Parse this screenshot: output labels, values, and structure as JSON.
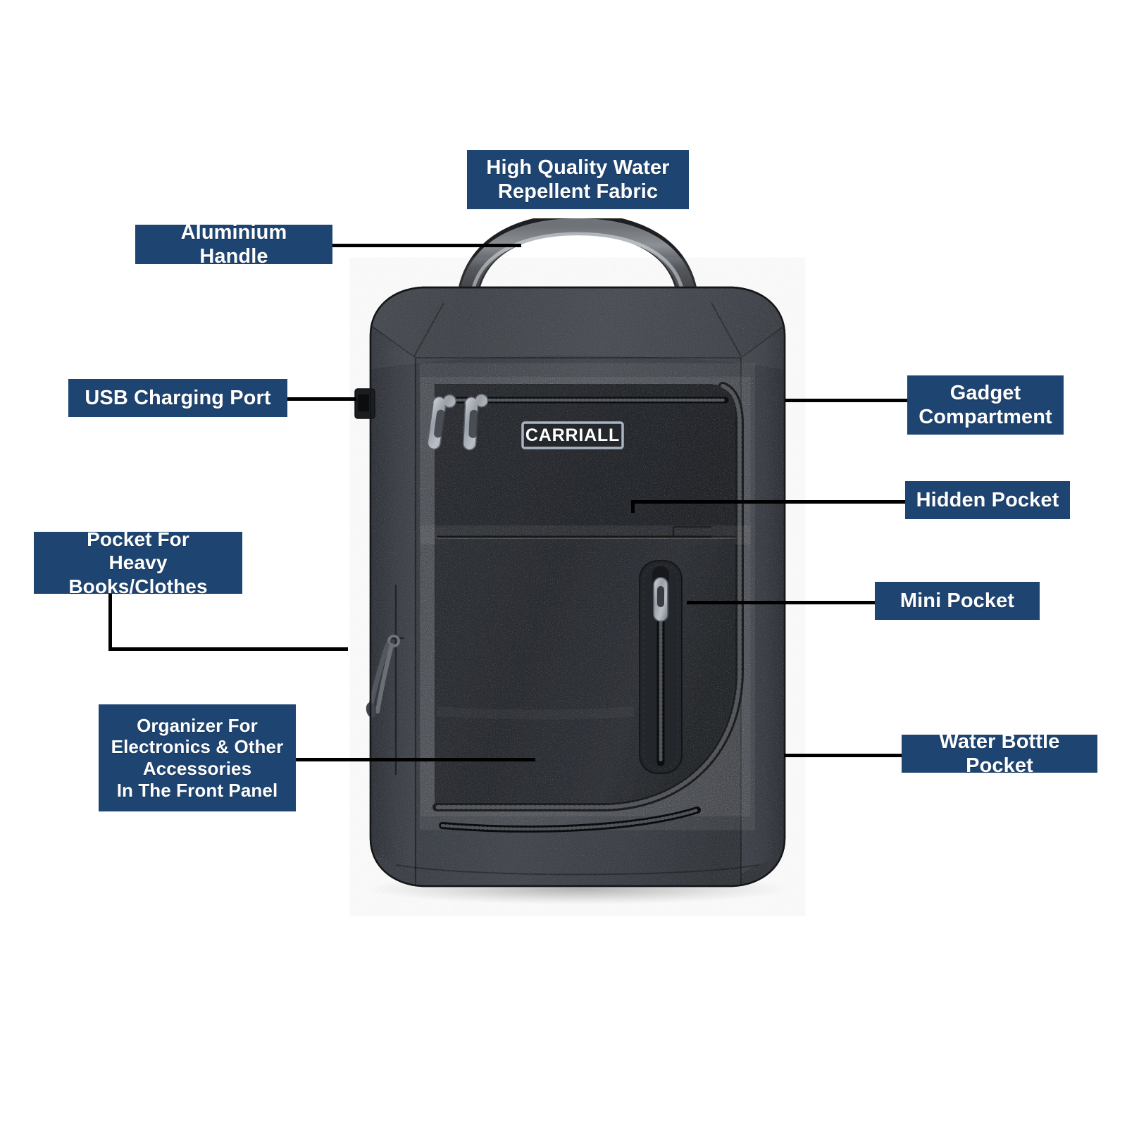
{
  "page": {
    "background_color": "#ffffff",
    "accent_color": "#1e4471",
    "label_text_color": "#ffffff",
    "leader_line_color": "#000000",
    "product_name": "CARRIALL",
    "bag_fabric_color": "#3a3e45",
    "bag_panel_color": "#2b2e33",
    "handle_color": "#4b4e53",
    "zipper_metal_color": "#9aa0a6"
  },
  "product": {
    "brand_patch_text": "CARRIALL",
    "brand_patch_border_color": "#aab4c2",
    "brand_patch_text_color": "#ffffff"
  },
  "callouts": [
    {
      "id": "water-repellent-fabric",
      "text": "High Quality Water\nRepellent Fabric",
      "side": "top"
    },
    {
      "id": "aluminium-handle",
      "text": "Aluminium Handle",
      "side": "left"
    },
    {
      "id": "usb-charging-port",
      "text": "USB Charging Port",
      "side": "left"
    },
    {
      "id": "pocket-heavy-books",
      "text": "Pocket For\nHeavy Books/Clothes",
      "side": "left"
    },
    {
      "id": "organizer-front-panel",
      "text": "Organizer For\nElectronics & Other\nAccessories\nIn The Front Panel",
      "side": "left"
    },
    {
      "id": "gadget-compartment",
      "text": "Gadget\nCompartment",
      "side": "right"
    },
    {
      "id": "hidden-pocket",
      "text": "Hidden Pocket",
      "side": "right"
    },
    {
      "id": "mini-pocket",
      "text": "Mini Pocket",
      "side": "right"
    },
    {
      "id": "water-bottle-pocket",
      "text": "Water Bottle Pocket",
      "side": "right"
    }
  ]
}
